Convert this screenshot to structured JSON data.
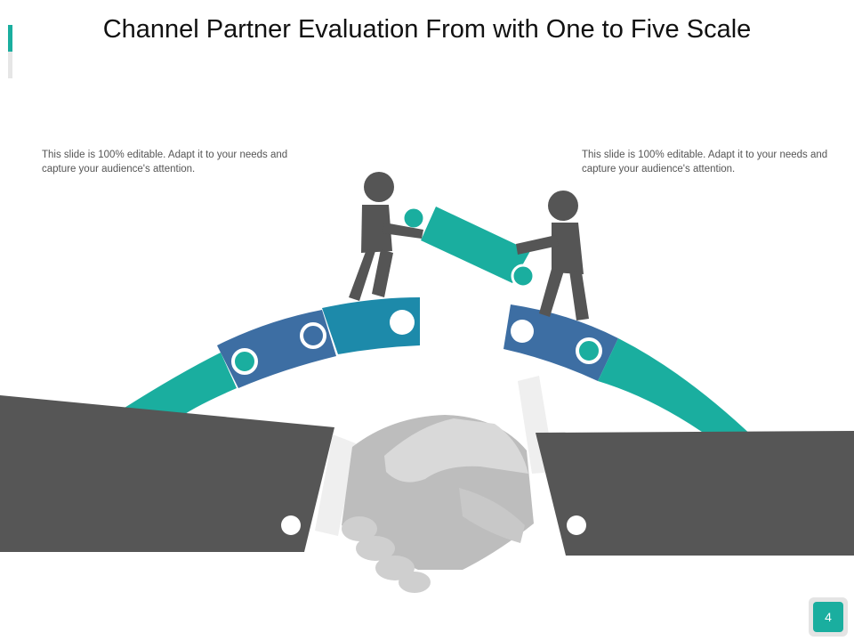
{
  "slide": {
    "title": "Channel Partner Evaluation  From with One to Five Scale",
    "page_number": "4"
  },
  "notes": {
    "left": "This slide is 100% editable. Adapt it to your needs and capture your audience's attention.",
    "right": "This slide is 100% editable. Adapt it to your needs and capture your audience's attention."
  },
  "colors": {
    "teal": "#1aae9f",
    "blue": "#3d6ea3",
    "blue_dark": "#1d8aaa",
    "figure_gray": "#555555",
    "sleeve_gray": "#565656",
    "hand_gray": "#bdbdbd",
    "hand_light": "#d9d9d9",
    "cuff_light": "#efefef"
  },
  "icons": {
    "puzzle": "puzzle-piece-icon",
    "person": "person-icon",
    "handshake": "handshake-icon"
  }
}
